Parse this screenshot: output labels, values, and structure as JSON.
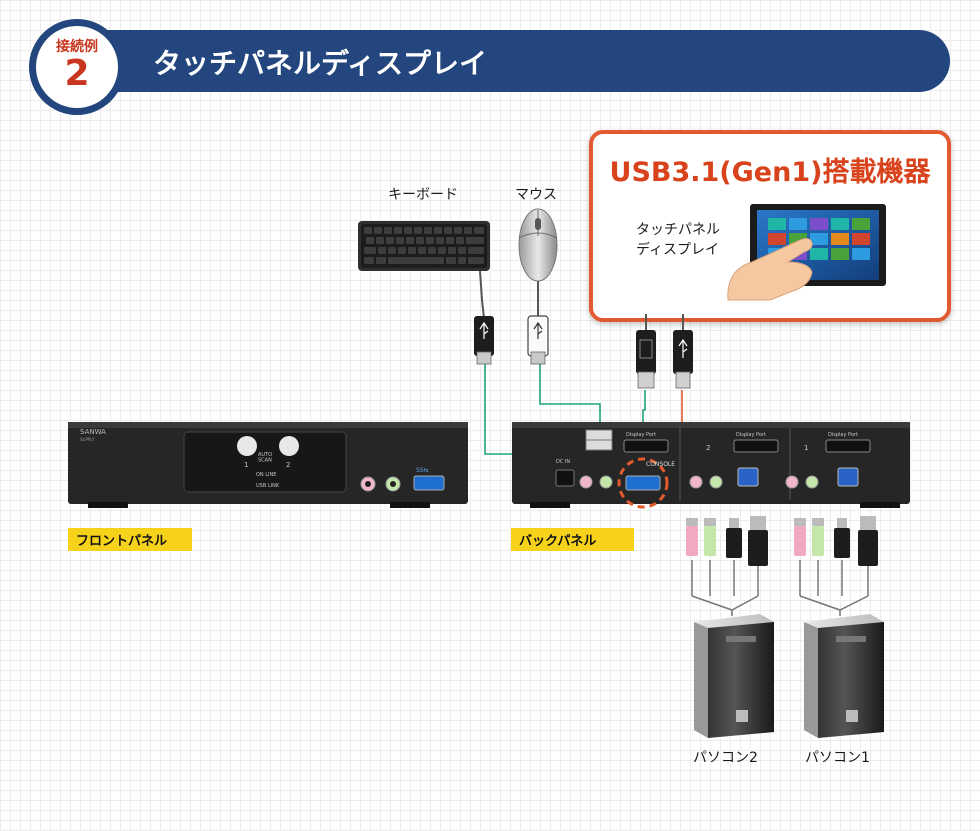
{
  "header": {
    "badge_label": "接続例",
    "badge_number": "2",
    "title": "タッチパネルディスプレイ"
  },
  "callout": {
    "title": "USB3.1(Gen1)搭載機器",
    "device_label": "タッチパネル\nディスプレイ"
  },
  "peripherals": {
    "keyboard_label": "キーボード",
    "mouse_label": "マウス"
  },
  "front_panel": {
    "label": "フロントパネル",
    "brand": "SANWA",
    "brand_sub": "SUPPLY",
    "auto_scan": "AUTO\nSCAN",
    "port_1": "1",
    "port_2": "2",
    "on_line": "ON LINE",
    "usb_link": "USB LINK",
    "usb_ss": "SS⇆"
  },
  "back_panel": {
    "label": "バックパネル",
    "displayport": "Display Port",
    "console": "CONSOLE",
    "pc_2": "2",
    "pc_1": "1",
    "dc_in": "DC IN"
  },
  "computers": {
    "pc2_label": "パソコン2",
    "pc1_label": "パソコン1"
  },
  "colors": {
    "header_blue": "#22467d",
    "accent_red": "#d8431c",
    "tag_yellow": "#f6d21a",
    "wire_green": "#1fa37a",
    "wire_red": "#e35b2c"
  }
}
